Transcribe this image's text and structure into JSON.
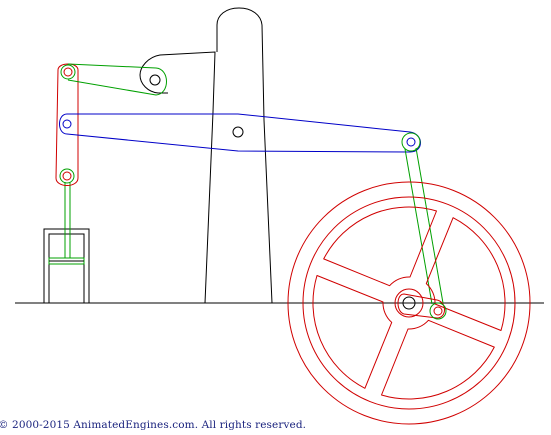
{
  "footer": {
    "copyright": "© 2000-2015 AnimatedEngines.com.  All rights reserved."
  },
  "colors": {
    "background": "#ffffff",
    "frame": "#000000",
    "beam": "#0000c8",
    "links": "#00a000",
    "flywheel": "#d00000",
    "copyright": "#1a237e"
  },
  "parts": [
    "frame-column",
    "ground-line",
    "walking-beam",
    "parallel-motion-radius-link",
    "parallel-motion-hanger",
    "piston-rod",
    "cylinder",
    "piston",
    "connecting-rod",
    "flywheel",
    "crank"
  ]
}
